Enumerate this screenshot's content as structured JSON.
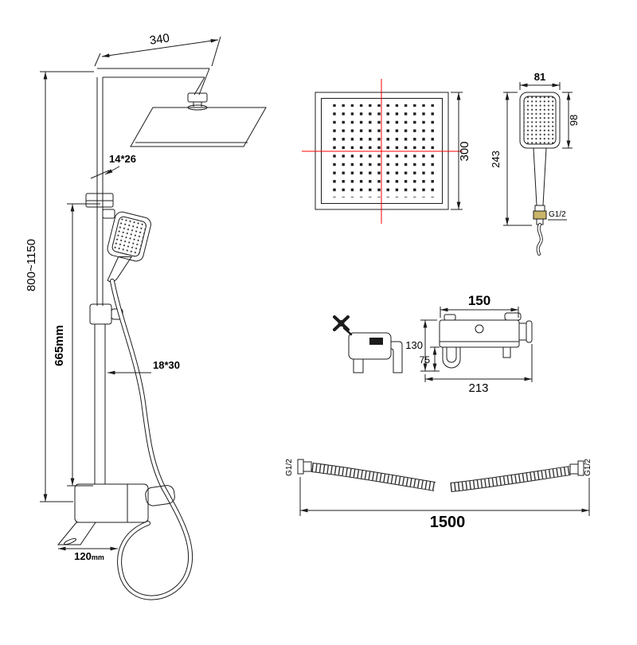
{
  "sheet": {
    "background": "#ffffff",
    "line_color": "#1c1c1c",
    "centerline_color": "#ff0000",
    "nut_accent_color": "#c9b568"
  },
  "column_view": {
    "arm_length": "340",
    "upper_pipe_section": "14*26",
    "height_range": "800~1150",
    "bar_length": "665mm",
    "lower_pipe_section": "18*30",
    "spout_length_value": "120",
    "spout_length_unit": "mm"
  },
  "head_top_view": {
    "side_length": "300"
  },
  "handset_view": {
    "width": "81",
    "face_height": "98",
    "total_length": "243",
    "thread": "G1/2"
  },
  "mixer_view": {
    "body_width": "150",
    "total_height": "130",
    "spout_height": "75",
    "total_width": "213"
  },
  "hose_view": {
    "thread_left": "G1/2",
    "thread_right": "G1/2",
    "length": "1500"
  }
}
